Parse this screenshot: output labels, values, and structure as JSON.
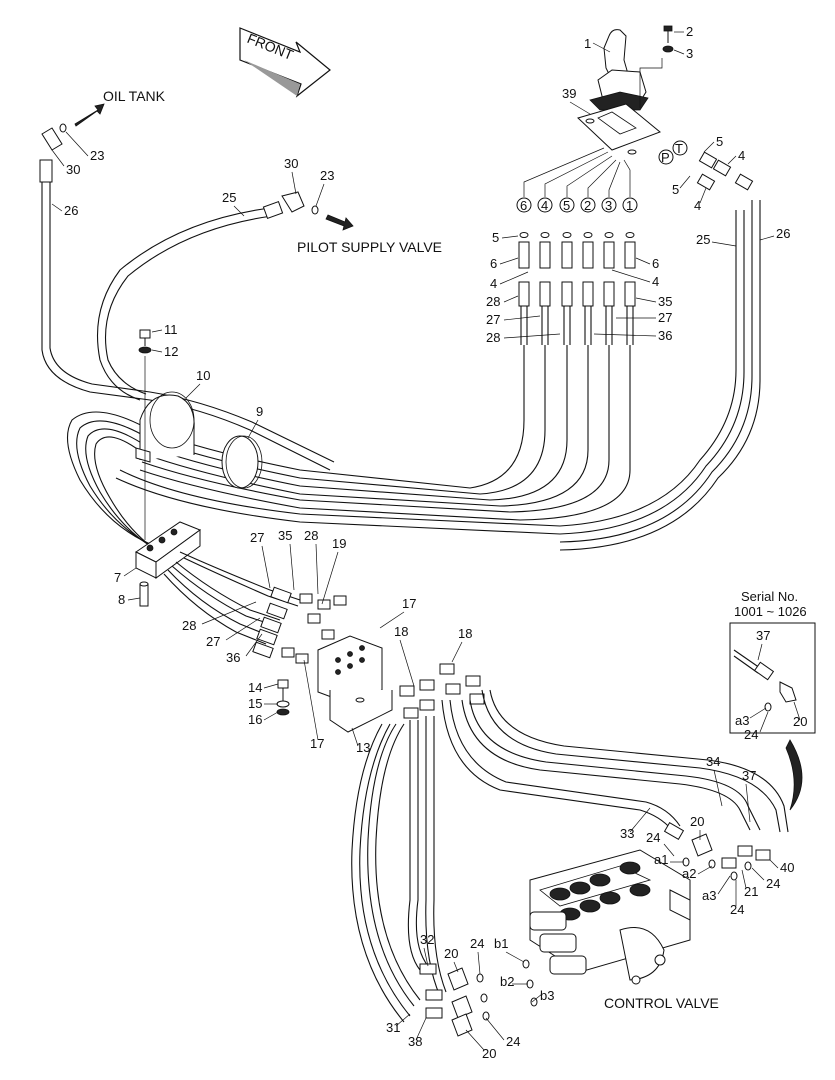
{
  "texts": {
    "front": "FRONT",
    "oil_tank": "OIL TANK",
    "pilot_supply_valve": "PILOT SUPPLY VALVE",
    "control_valve": "CONTROL VALVE",
    "serial_no": "Serial No.",
    "serial_range": "1001 ~ 1026"
  },
  "circled_ports": [
    "6",
    "4",
    "5",
    "2",
    "3",
    "1"
  ],
  "port_letters": [
    "T",
    "P"
  ],
  "callouts": {
    "n1": "1",
    "n2": "2",
    "n3": "3",
    "n39": "39",
    "n5a": "5",
    "n4a": "4",
    "n5b": "5",
    "n4b": "4",
    "n23a": "23",
    "n30a": "30",
    "n26a": "26",
    "n30b": "30",
    "n23b": "23",
    "n25a": "25",
    "n5c": "5",
    "n6a": "6",
    "n4c": "4",
    "n28a": "28",
    "n27a": "27",
    "n28b": "28",
    "n6b": "6",
    "n4d": "4",
    "n35a": "35",
    "n27b": "27",
    "n36a": "36",
    "n25b": "25",
    "n26b": "26",
    "n11": "11",
    "n12": "12",
    "n10": "10",
    "n9": "9",
    "n7": "7",
    "n8": "8",
    "n27c": "27",
    "n35b": "35",
    "n28c": "28",
    "n19": "19",
    "n28d": "28",
    "n27d": "27",
    "n36b": "36",
    "n17a": "17",
    "n18a": "18",
    "n18b": "18",
    "n14": "14",
    "n15": "15",
    "n16": "16",
    "n17b": "17",
    "n13": "13",
    "n37a": "37",
    "na3a": "a3",
    "n24a": "24",
    "n20a": "20",
    "n34": "34",
    "n37b": "37",
    "n33": "33",
    "n24b": "24",
    "n20b": "20",
    "na1": "a1",
    "na2": "a2",
    "na3b": "a3",
    "n24c": "24",
    "n21": "21",
    "n24d": "24",
    "n40": "40",
    "n32": "32",
    "n20c": "20",
    "n24e": "24",
    "nb1": "b1",
    "nb2": "b2",
    "nb3": "b3",
    "n31": "31",
    "n38": "38",
    "n20d": "20",
    "n24f": "24"
  }
}
